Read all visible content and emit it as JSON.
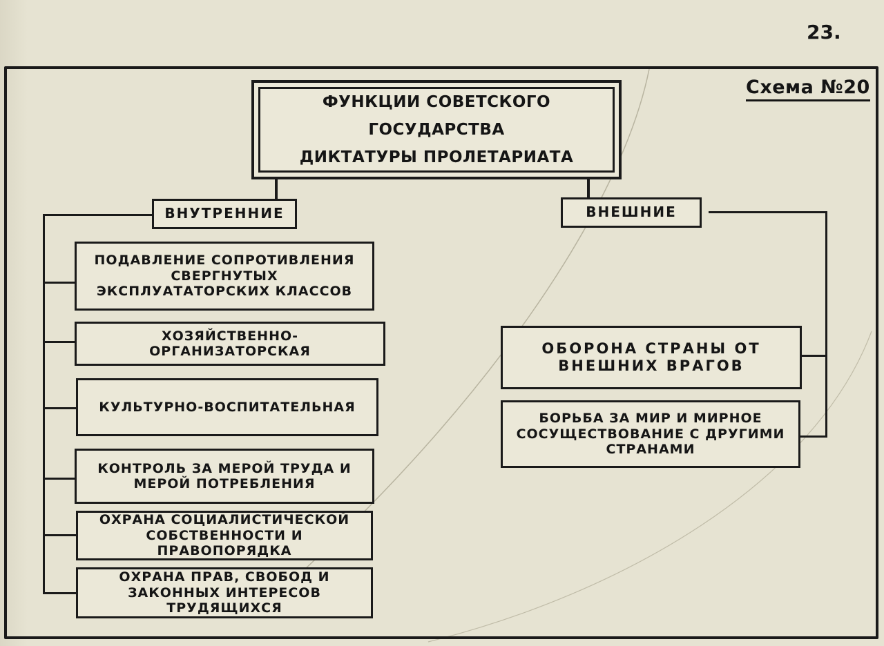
{
  "page_number": "23.",
  "scheme_label": "Схема №20",
  "title": {
    "line1": "Функции Советского государства",
    "line2": "диктатуры пролетариата"
  },
  "branches": {
    "internal": "Внутренние",
    "external": "Внешние"
  },
  "internal_items": [
    "Подавление сопротивления свергнутых эксплуататорских классов",
    "Хозяйственно-организаторская",
    "Культурно-воспитательная",
    "Контроль за мерой труда и мерой потребления",
    "Охрана социалистической собственности и правопорядка",
    "Охрана прав, свобод и законных интересов трудящихся"
  ],
  "external_items": [
    "Оборона страны от внешних врагов",
    "Борьба за мир и мирное сосуществование с другими странами"
  ]
}
